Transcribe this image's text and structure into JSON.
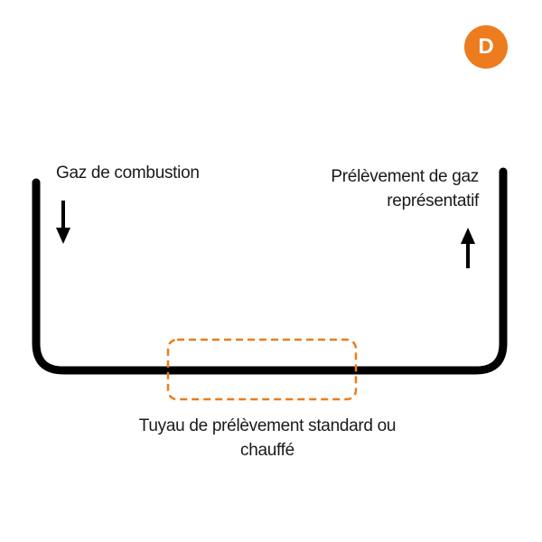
{
  "badge": {
    "letter": "D",
    "color": "#ec7c1e"
  },
  "labels": {
    "inlet": "Gaz de combustion",
    "outlet_line1": "Prélèvement de gaz",
    "outlet_line2": "représentatif",
    "pipe_line1": "Tuyau de prélèvement standard ou",
    "pipe_line2": "chauffé"
  },
  "arrows": {
    "inlet_direction": "down",
    "outlet_direction": "up"
  },
  "colors": {
    "pipe": "#000000",
    "highlight_box": "#ec7c1e",
    "text": "#1a1a1a"
  }
}
